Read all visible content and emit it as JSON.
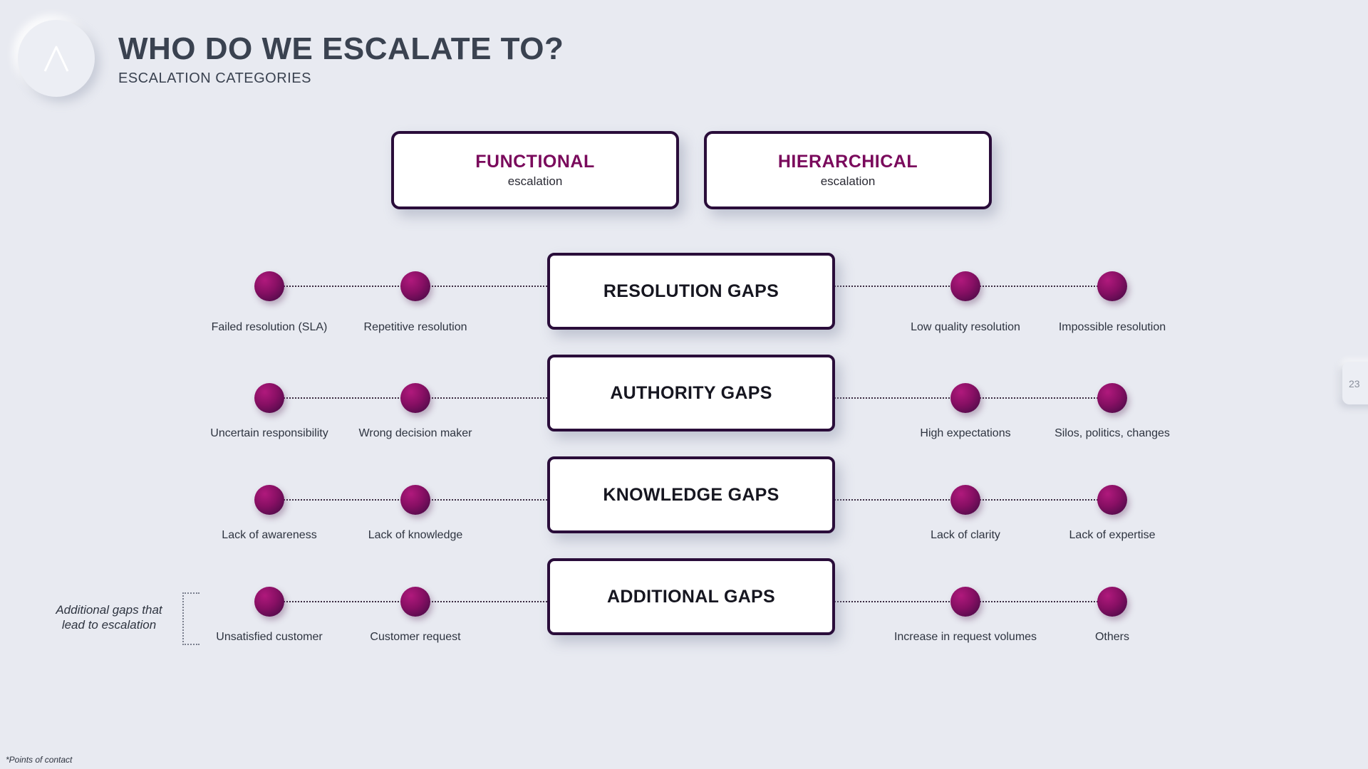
{
  "header": {
    "title": "WHO DO WE ESCALATE TO?",
    "subtitle": "ESCALATION CATEGORIES",
    "logo_icon": "chevron-up-logo"
  },
  "categories": [
    {
      "title": "FUNCTIONAL",
      "sub": "escalation"
    },
    {
      "title": "HIERARCHICAL",
      "sub": "escalation"
    }
  ],
  "gaps": [
    {
      "title": "RESOLUTION GAPS",
      "left": [
        "Failed resolution (SLA)",
        "Repetitive resolution"
      ],
      "right": [
        "Low quality resolution",
        "Impossible resolution"
      ]
    },
    {
      "title": "AUTHORITY GAPS",
      "left": [
        "Uncertain responsibility",
        "Wrong decision maker"
      ],
      "right": [
        "High expectations",
        "Silos, politics, changes"
      ]
    },
    {
      "title": "KNOWLEDGE GAPS",
      "left": [
        "Lack of awareness",
        "Lack of knowledge"
      ],
      "right": [
        "Lack of clarity",
        "Lack of expertise"
      ]
    },
    {
      "title": "ADDITIONAL GAPS",
      "left": [
        "Unsatisfied customer",
        "Customer request"
      ],
      "right": [
        "Increase in request volumes",
        "Others"
      ]
    }
  ],
  "note": "Additional gaps that lead to escalation",
  "footnote": "*Points of contact",
  "page_number": "23",
  "colors": {
    "accent": "#7a0a5c",
    "border": "#2a0d3a",
    "background": "#e8eaf1"
  }
}
